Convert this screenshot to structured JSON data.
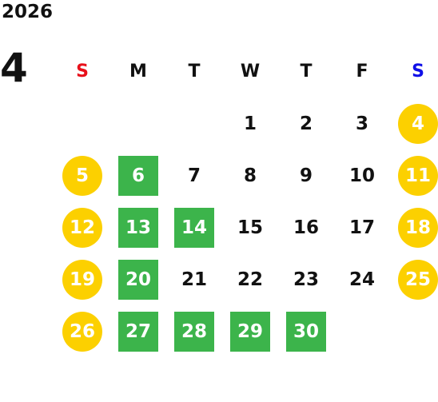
{
  "calendar": {
    "year": "2026",
    "month": "4",
    "weekdays": [
      {
        "label": "S",
        "color": "#e8111b"
      },
      {
        "label": "M",
        "color": "#111111"
      },
      {
        "label": "T",
        "color": "#111111"
      },
      {
        "label": "W",
        "color": "#111111"
      },
      {
        "label": "T",
        "color": "#111111"
      },
      {
        "label": "F",
        "color": "#111111"
      },
      {
        "label": "S",
        "color": "#1010e8"
      }
    ],
    "colors": {
      "weekend_circle": "#fcd000",
      "green_square": "#3cb44b",
      "text": "#111111"
    },
    "first_weekday_index": 3,
    "days": [
      {
        "n": "1",
        "style": "plain"
      },
      {
        "n": "2",
        "style": "plain"
      },
      {
        "n": "3",
        "style": "plain"
      },
      {
        "n": "4",
        "style": "weekend"
      },
      {
        "n": "5",
        "style": "weekend"
      },
      {
        "n": "6",
        "style": "green"
      },
      {
        "n": "7",
        "style": "plain"
      },
      {
        "n": "8",
        "style": "plain"
      },
      {
        "n": "9",
        "style": "plain"
      },
      {
        "n": "10",
        "style": "plain"
      },
      {
        "n": "11",
        "style": "weekend"
      },
      {
        "n": "12",
        "style": "weekend"
      },
      {
        "n": "13",
        "style": "green"
      },
      {
        "n": "14",
        "style": "green"
      },
      {
        "n": "15",
        "style": "plain"
      },
      {
        "n": "16",
        "style": "plain"
      },
      {
        "n": "17",
        "style": "plain"
      },
      {
        "n": "18",
        "style": "weekend"
      },
      {
        "n": "19",
        "style": "weekend"
      },
      {
        "n": "20",
        "style": "green"
      },
      {
        "n": "21",
        "style": "plain"
      },
      {
        "n": "22",
        "style": "plain"
      },
      {
        "n": "23",
        "style": "plain"
      },
      {
        "n": "24",
        "style": "plain"
      },
      {
        "n": "25",
        "style": "weekend"
      },
      {
        "n": "26",
        "style": "weekend"
      },
      {
        "n": "27",
        "style": "green"
      },
      {
        "n": "28",
        "style": "green"
      },
      {
        "n": "29",
        "style": "green"
      },
      {
        "n": "30",
        "style": "green"
      }
    ]
  }
}
